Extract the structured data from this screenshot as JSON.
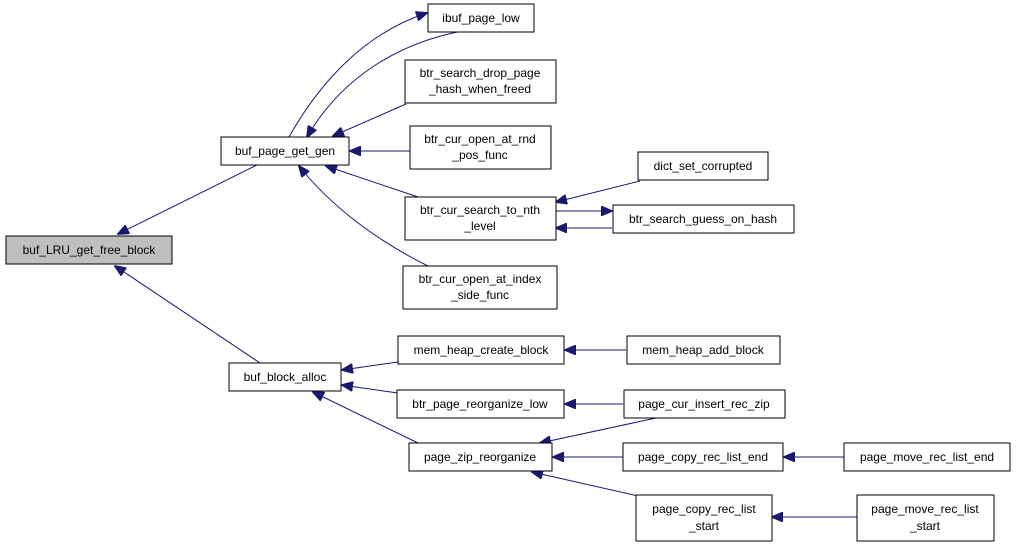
{
  "graph": {
    "root": "buf_LRU_get_free_block",
    "nodes": {
      "buf_lru_get_free_block": [
        "buf_LRU_get_free_block"
      ],
      "buf_page_get_gen": [
        "buf_page_get_gen"
      ],
      "buf_block_alloc": [
        "buf_block_alloc"
      ],
      "ibuf_page_low": [
        "ibuf_page_low"
      ],
      "btr_search_drop_page_hash_when_freed": [
        "btr_search_drop_page",
        "_hash_when_freed"
      ],
      "btr_cur_open_at_rnd_pos_func": [
        "btr_cur_open_at_rnd",
        "_pos_func"
      ],
      "btr_cur_search_to_nth_level": [
        "btr_cur_search_to_nth",
        "_level"
      ],
      "btr_cur_open_at_index_side_func": [
        "btr_cur_open_at_index",
        "_side_func"
      ],
      "dict_set_corrupted": [
        "dict_set_corrupted"
      ],
      "btr_search_guess_on_hash": [
        "btr_search_guess_on_hash"
      ],
      "mem_heap_create_block": [
        "mem_heap_create_block"
      ],
      "mem_heap_add_block": [
        "mem_heap_add_block"
      ],
      "btr_page_reorganize_low": [
        "btr_page_reorganize_low"
      ],
      "page_cur_insert_rec_zip": [
        "page_cur_insert_rec_zip"
      ],
      "page_zip_reorganize": [
        "page_zip_reorganize"
      ],
      "page_copy_rec_list_end": [
        "page_copy_rec_list_end"
      ],
      "page_move_rec_list_end": [
        "page_move_rec_list_end"
      ],
      "page_copy_rec_list_start": [
        "page_copy_rec_list",
        "_start"
      ],
      "page_move_rec_list_start": [
        "page_move_rec_list",
        "_start"
      ]
    }
  },
  "colors": {
    "edge": "#191970",
    "root_fill": "#bfbfbf",
    "node_fill": "#ffffff",
    "border": "#000000"
  }
}
